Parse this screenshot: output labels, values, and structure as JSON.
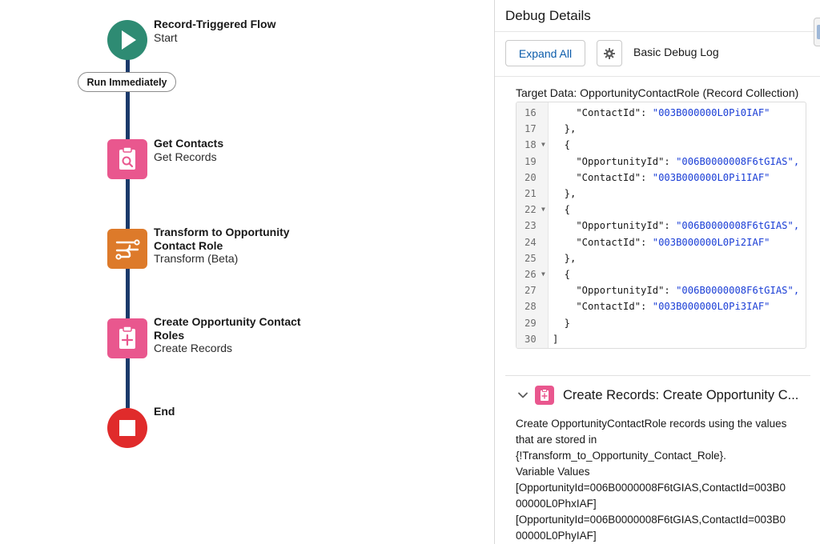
{
  "flow": {
    "nodes": [
      {
        "title": "Record-Triggered Flow",
        "subtitle": "Start",
        "color": "#2e8b73",
        "icon": "play-icon"
      },
      {
        "title": "Get Contacts",
        "subtitle": "Get Records",
        "color": "#e9578e",
        "icon": "get-records-icon"
      },
      {
        "title": "Transform to Opportunity",
        "title2": "Contact Role",
        "subtitle": "Transform (Beta)",
        "color": "#dd7a2a",
        "icon": "transform-icon"
      },
      {
        "title": "Create Opportunity Contact",
        "title2": "Roles",
        "subtitle": "Create Records",
        "color": "#e9578e",
        "icon": "create-records-icon"
      },
      {
        "title": "End",
        "subtitle": "",
        "color": "#e02b2b",
        "icon": "stop-icon"
      }
    ],
    "run_label": "Run Immediately",
    "connector_color": "#1b3a6b"
  },
  "panel": {
    "title": "Debug Details",
    "expand_label": "Expand All",
    "debug_log_label": "Basic Debug Log",
    "target_label": "Target Data: OpportunityContactRole (Record Collection)",
    "code_lines": [
      {
        "num": "16",
        "fold": "",
        "pre": "    \"ContactId\": ",
        "str": "\"003B000000L0Pi0IAF\"",
        "post": ""
      },
      {
        "num": "17",
        "fold": "",
        "pre": "  },",
        "str": "",
        "post": ""
      },
      {
        "num": "18",
        "fold": "▼",
        "pre": "  {",
        "str": "",
        "post": ""
      },
      {
        "num": "19",
        "fold": "",
        "pre": "    \"OpportunityId\": ",
        "str": "\"006B0000008F6tGIAS\",",
        "post": ""
      },
      {
        "num": "20",
        "fold": "",
        "pre": "    \"ContactId\": ",
        "str": "\"003B000000L0Pi1IAF\"",
        "post": ""
      },
      {
        "num": "21",
        "fold": "",
        "pre": "  },",
        "str": "",
        "post": ""
      },
      {
        "num": "22",
        "fold": "▼",
        "pre": "  {",
        "str": "",
        "post": ""
      },
      {
        "num": "23",
        "fold": "",
        "pre": "    \"OpportunityId\": ",
        "str": "\"006B0000008F6tGIAS\",",
        "post": ""
      },
      {
        "num": "24",
        "fold": "",
        "pre": "    \"ContactId\": ",
        "str": "\"003B000000L0Pi2IAF\"",
        "post": ""
      },
      {
        "num": "25",
        "fold": "",
        "pre": "  },",
        "str": "",
        "post": ""
      },
      {
        "num": "26",
        "fold": "▼",
        "pre": "  {",
        "str": "",
        "post": ""
      },
      {
        "num": "27",
        "fold": "",
        "pre": "    \"OpportunityId\": ",
        "str": "\"006B0000008F6tGIAS\",",
        "post": ""
      },
      {
        "num": "28",
        "fold": "",
        "pre": "    \"ContactId\": ",
        "str": "\"003B000000L0Pi3IAF\"",
        "post": ""
      },
      {
        "num": "29",
        "fold": "",
        "pre": "  }",
        "str": "",
        "post": ""
      },
      {
        "num": "30",
        "fold": "",
        "pre": "]",
        "str": "",
        "post": ""
      }
    ],
    "section": {
      "title": "Create Records: Create Opportunity C...",
      "lines": [
        "Create OpportunityContactRole records using the values",
        "that are stored in",
        "{!Transform_to_Opportunity_Contact_Role}.",
        "Variable Values",
        "[OpportunityId=006B0000008F6tGIAS,ContactId=003B0",
        "00000L0PhxIAF]",
        "[OpportunityId=006B0000008F6tGIAS,ContactId=003B0",
        "00000L0PhyIAF]"
      ]
    }
  }
}
